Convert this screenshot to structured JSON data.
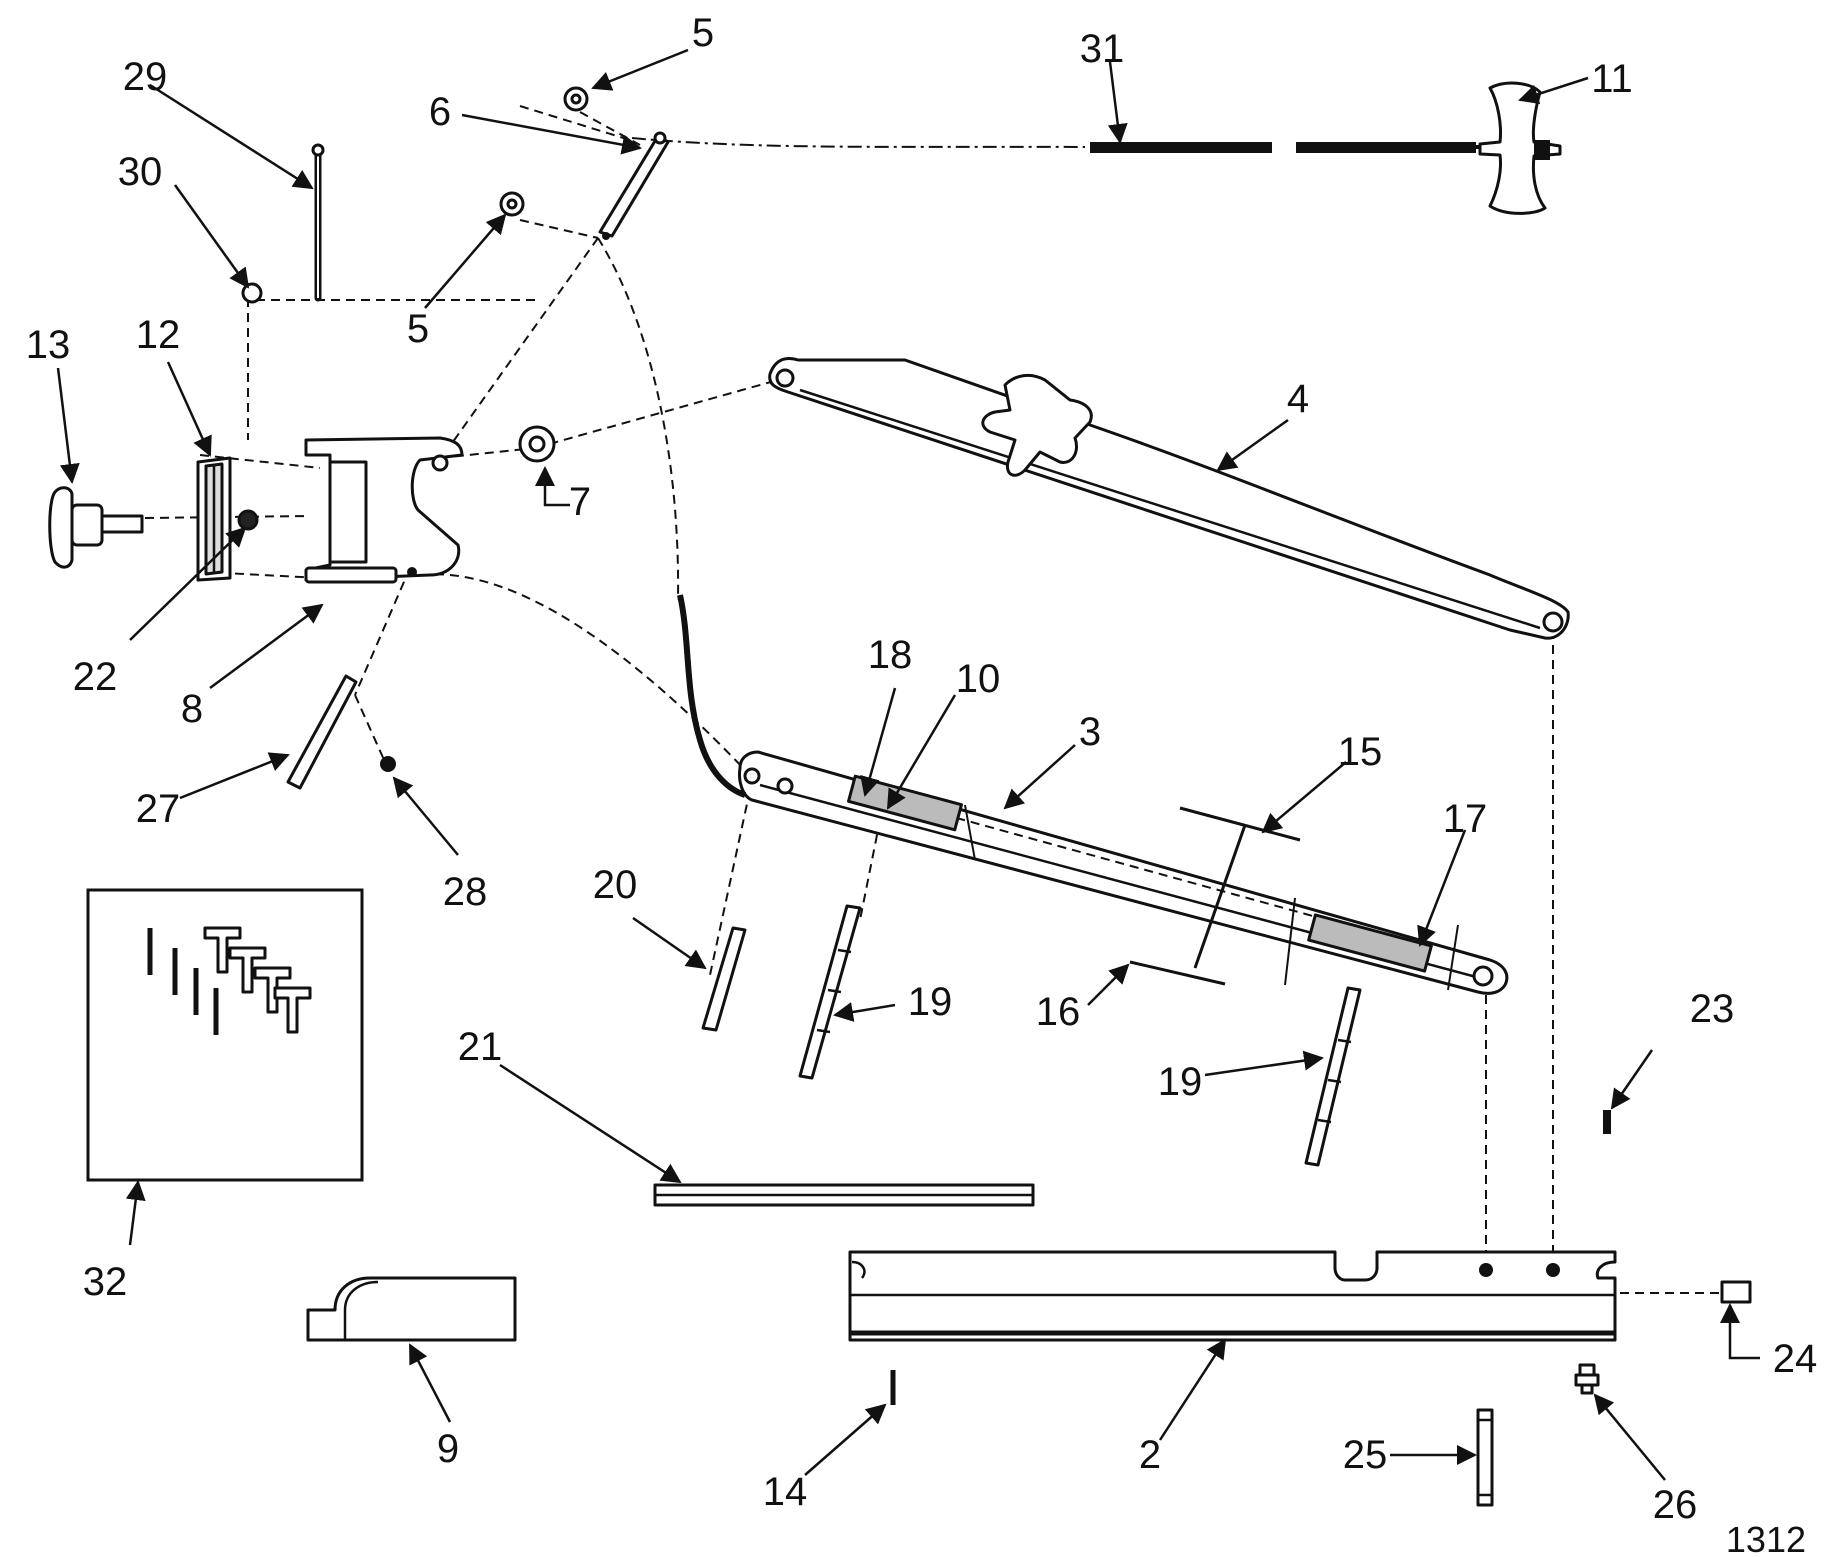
{
  "figure_number": "1312",
  "callouts": {
    "c2": "2",
    "c3": "3",
    "c4": "4",
    "c5a": "5",
    "c5b": "5",
    "c6": "6",
    "c7": "7",
    "c8": "8",
    "c9": "9",
    "c10": "10",
    "c11": "11",
    "c12": "12",
    "c13": "13",
    "c14": "14",
    "c15": "15",
    "c16": "16",
    "c17": "17",
    "c18": "18",
    "c19a": "19",
    "c19b": "19",
    "c20": "20",
    "c21": "21",
    "c22": "22",
    "c23": "23",
    "c24": "24",
    "c25": "25",
    "c26": "26",
    "c27": "27",
    "c28": "28",
    "c29": "29",
    "c30": "30",
    "c31": "31",
    "c32": "32"
  }
}
